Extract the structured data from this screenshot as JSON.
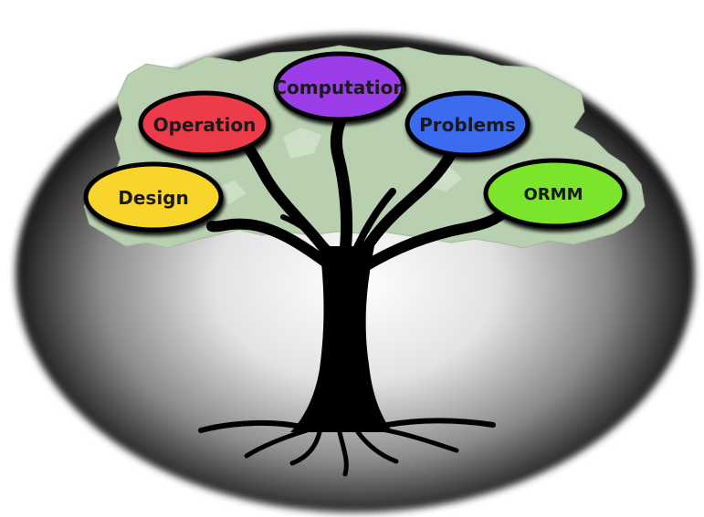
{
  "nodes": [
    {
      "id": "computation",
      "label": "Computation",
      "color": "#9b3de8"
    },
    {
      "id": "operation",
      "label": "Operation",
      "color": "#ee3a4a"
    },
    {
      "id": "problems",
      "label": "Problems",
      "color": "#3b6cf0"
    },
    {
      "id": "design",
      "label": "Design",
      "color": "#f7d52a"
    },
    {
      "id": "ormm",
      "label": "ORMM",
      "color": "#7ae52a"
    }
  ],
  "colors": {
    "background": "#ffffff",
    "vignette_center": "#ffffff",
    "vignette_edge": "#000000",
    "foliage": "#b8d0b0",
    "tree": "#000000",
    "label_text": "#1a1a1a"
  },
  "icons": {
    "tree": "tree-icon",
    "foliage": "foliage-shape"
  }
}
